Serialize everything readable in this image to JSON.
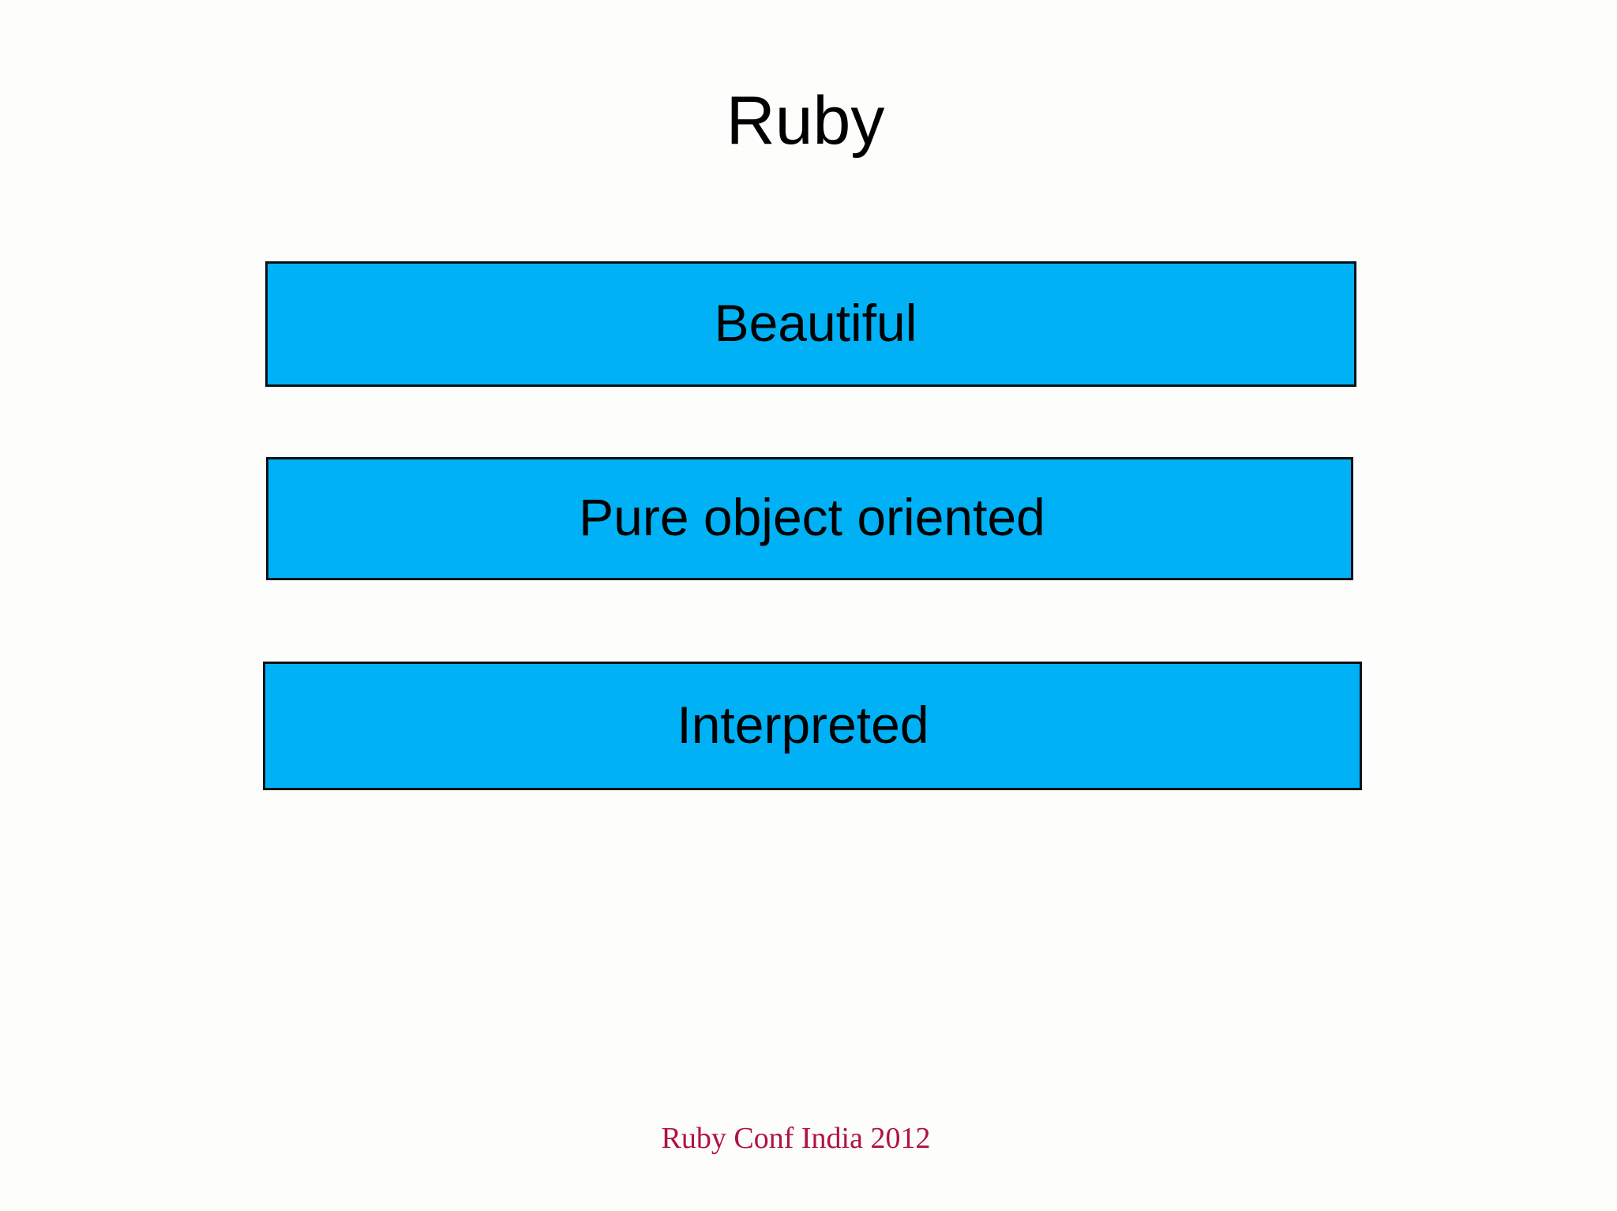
{
  "slide": {
    "title": "Ruby",
    "background_color": "#fdfdfb",
    "bars": [
      {
        "label": "Beautiful",
        "fill_color": "#00b2f5",
        "border_color": "#0d1117",
        "text_color": "#000000"
      },
      {
        "label": "Pure object oriented",
        "fill_color": "#00b2f5",
        "border_color": "#0d1117",
        "text_color": "#000000"
      },
      {
        "label": "Interpreted",
        "fill_color": "#00b2f5",
        "border_color": "#0d1117",
        "text_color": "#000000"
      }
    ],
    "footer": {
      "text": "Ruby Conf India 2012",
      "color": "#b01343"
    }
  }
}
